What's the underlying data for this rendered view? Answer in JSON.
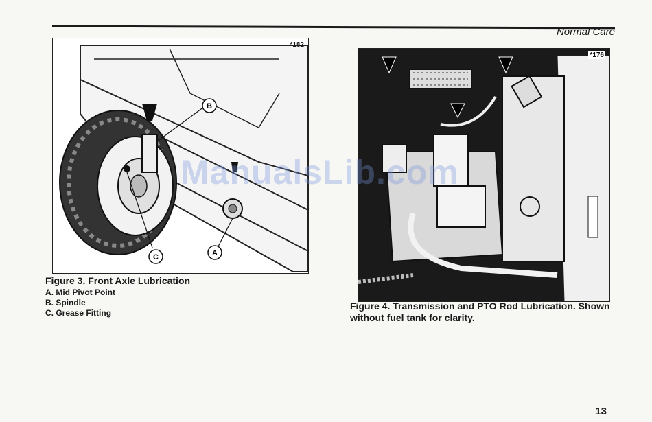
{
  "header": {
    "section": "Normal Care"
  },
  "figure3": {
    "code": "*182",
    "title": "Figure 3. Front Axle Lubrication",
    "callouts": [
      "A",
      "B",
      "C"
    ],
    "legend": [
      "A. Mid Pivot Point",
      "B. Spindle",
      "C. Grease Fitting"
    ]
  },
  "figure4": {
    "code": "*176",
    "caption": "Figure 4. Transmission and PTO Rod Lubrication. Shown without fuel tank for clarity."
  },
  "watermark": "ManualsLib.com",
  "page_number": "13"
}
